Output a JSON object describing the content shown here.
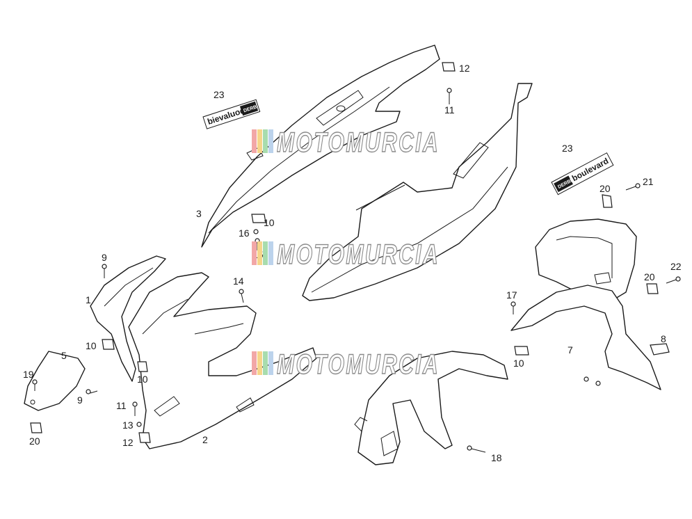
{
  "callouts": [
    "23",
    "12",
    "11",
    "3",
    "10",
    "16",
    "15",
    "23",
    "20",
    "21",
    "9",
    "14",
    "1",
    "10",
    "5",
    "19",
    "9",
    "10",
    "11",
    "13",
    "12",
    "20",
    "2",
    "17",
    "20",
    "22",
    "8",
    "7",
    "10",
    "18"
  ],
  "decals": {
    "left_text": "bievaluod",
    "right_text": "boulevard",
    "badge_text": "DERBI"
  },
  "watermark": {
    "text": "MOTOMURCIA",
    "colors": [
      "#f2a7a7",
      "#f6d58a",
      "#a8dcae",
      "#bcd3ec"
    ]
  }
}
